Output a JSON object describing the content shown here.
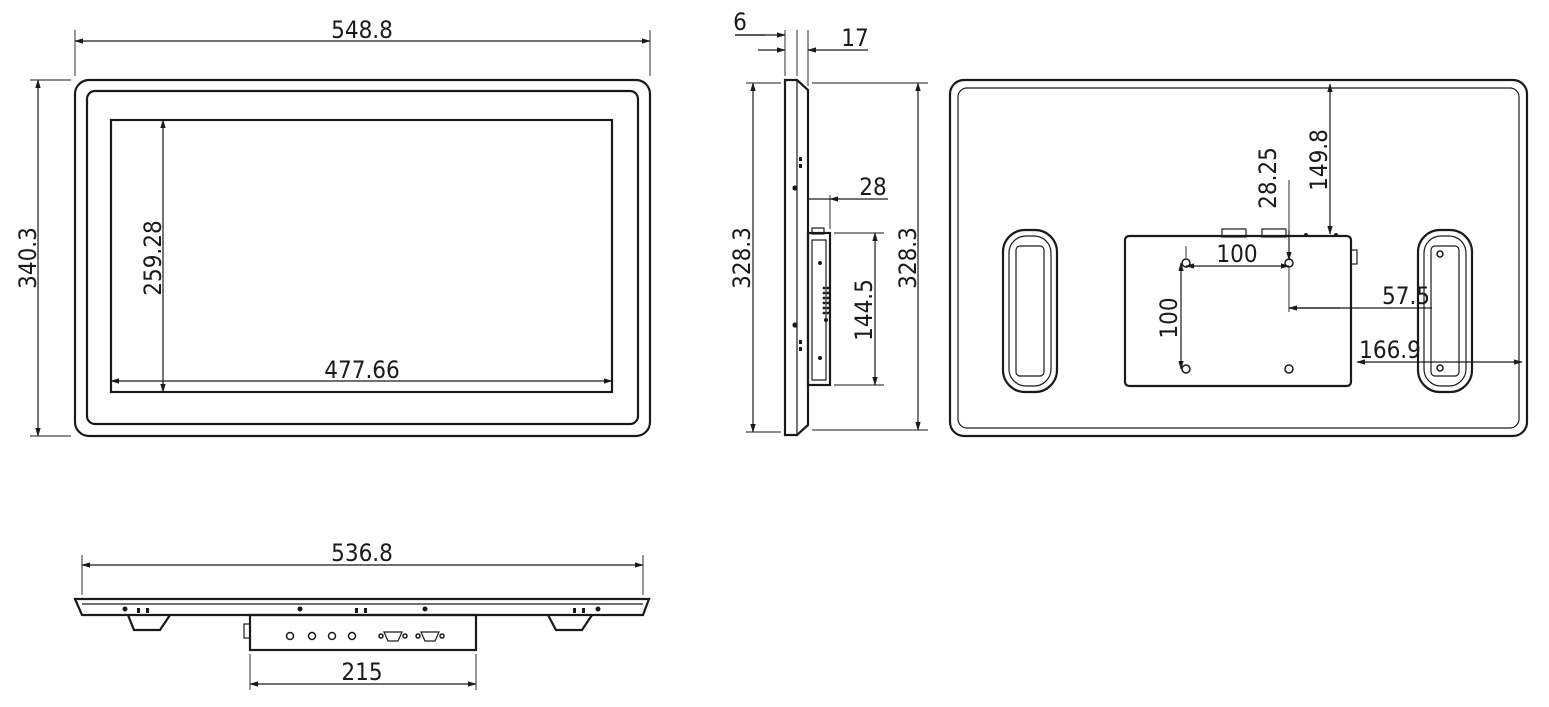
{
  "front_view": {
    "overall_width": "548.8",
    "overall_height": "340.3",
    "screen_width": "477.66",
    "screen_height": "259.28"
  },
  "side_view": {
    "front_bezel": "6",
    "depth": "17",
    "box_depth": "28",
    "panel_height_left": "328.3",
    "panel_height_right": "328.3",
    "box_height": "144.5"
  },
  "rear_view": {
    "top_to_box": "149.8",
    "top_to_vesa": "28.25",
    "vesa_horizontal": "100",
    "vesa_vertical": "100",
    "vesa_to_box_edge": "57.5",
    "box_edge_to_panel_edge": "166.9"
  },
  "bottom_view": {
    "overall_width": "536.8",
    "box_width": "215"
  }
}
